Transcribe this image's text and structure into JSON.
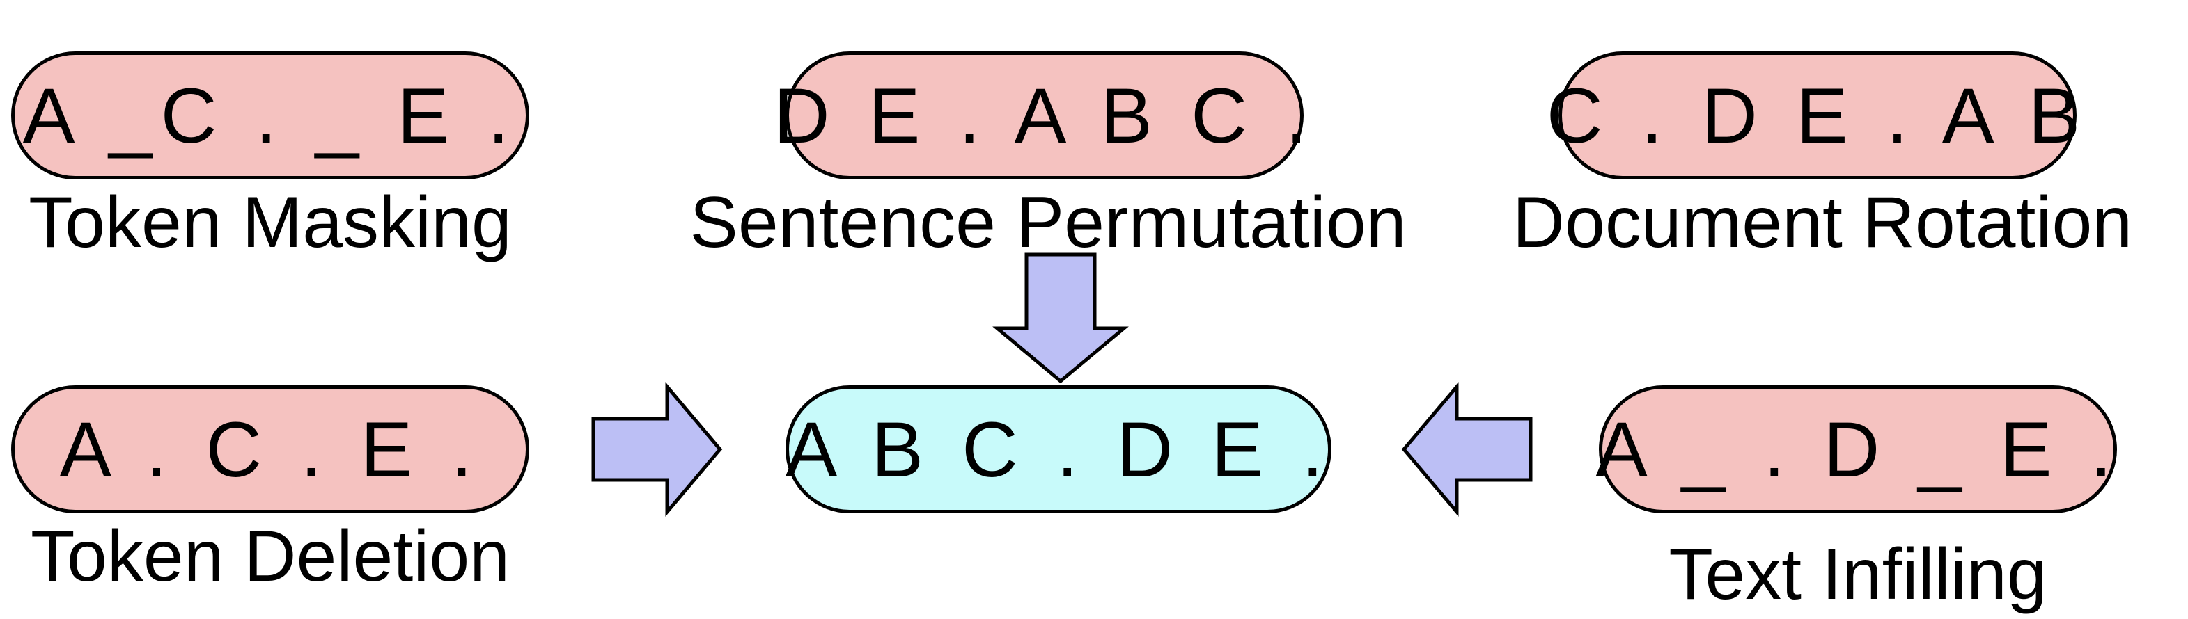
{
  "colors": {
    "corrupted_fill": "#f5c2c0",
    "original_fill": "#c8fafa",
    "arrow_fill": "#bcbff5",
    "stroke": "#000000"
  },
  "corruptions": {
    "token_masking": {
      "sequence": "A _C . _ E .",
      "label": "Token Masking"
    },
    "sentence_permutation": {
      "sequence": "D E . A B C .",
      "label": "Sentence Permutation"
    },
    "document_rotation": {
      "sequence": "C . D E . A B",
      "label": "Document Rotation"
    },
    "token_deletion": {
      "sequence": "A . C . E .",
      "label": "Token Deletion"
    },
    "text_infilling": {
      "sequence": "A _ . D _ E .",
      "label": "Text Infilling"
    }
  },
  "original": {
    "sequence": "A B C . D E ."
  },
  "arrows": [
    {
      "name": "arrow-down",
      "direction": "down"
    },
    {
      "name": "arrow-right",
      "direction": "right"
    },
    {
      "name": "arrow-left",
      "direction": "left"
    }
  ]
}
